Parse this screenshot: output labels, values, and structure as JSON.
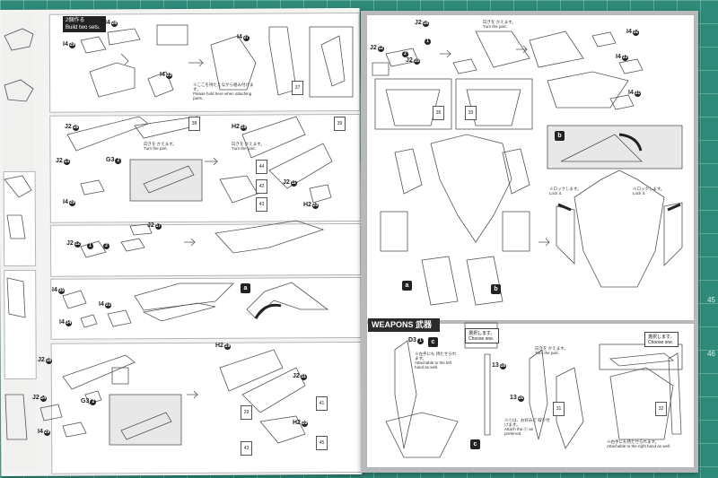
{
  "step_header": {
    "title": "2個作る",
    "subtitle": "Build two sets."
  },
  "parts": {
    "p1": "I4",
    "p1n": "28",
    "p2": "I4",
    "p2n": "29",
    "p3": "I4",
    "p3n": "27",
    "p4": "I4",
    "p4n": "23",
    "p5": "J2",
    "p5n": "18",
    "p6": "J2",
    "p6n": "13",
    "p7": "G3",
    "p7n": "2",
    "p8": "I4",
    "p8n": "29",
    "p9": "H2",
    "p9n": "19",
    "p10": "J2",
    "p10n": "11",
    "p11": "H2",
    "p11n": "20",
    "p12": "J2",
    "p12n": "17",
    "p13": "J2",
    "p13n": "12",
    "p14": "I4",
    "p14n": "35",
    "p15": "I4",
    "p15n": "34",
    "p16": "I4",
    "p16n": "31",
    "p17": "J2",
    "p17n": "18",
    "p18": "J2",
    "p18n": "14",
    "p19": "G3",
    "p19n": "2",
    "p20": "I4",
    "p20n": "29",
    "p21": "H2",
    "p21n": "19",
    "p22": "J2",
    "p22n": "11",
    "p23": "H2",
    "p23n": "20",
    "r1": "J2",
    "r1n": "18",
    "r2": "J2",
    "r2n": "12",
    "r3": "J2",
    "r3n": "15",
    "r4": "I4",
    "r4n": "32",
    "r5": "I4",
    "r5n": "33",
    "r6": "I4",
    "r6n": "31",
    "w1": "D3",
    "w1n": "1",
    "w2": "13",
    "w2n": "18",
    "w3": "13",
    "w3n": "16"
  },
  "stickers": {
    "s1": "37",
    "s2": "38",
    "s3": "42",
    "s4": "43",
    "s5": "44",
    "s6": "29",
    "s7": "41",
    "s8": "45",
    "s9": "43",
    "s10": "35",
    "s11": "33",
    "s12": "39",
    "s13": "31",
    "s14": "32"
  },
  "notes": {
    "n1": "※ここを持たえながら組み付けます。",
    "n1b": "Please hold here when attaching parts.",
    "n2": "向きを かえます。",
    "n2b": "Turn the part.",
    "n3": "※ロックします。",
    "n3b": "Lock it.",
    "n4": "※左手にも 持たせられます。",
    "n4b": "Attachable to the left hand as well.",
    "n5": "※Ⓒは、お好みで 取り付けます。",
    "n5b": "Attach the Ⓒ as preferred.",
    "n6": "※右手にも持たせられます。",
    "n6b": "Attachable to the right hand as well."
  },
  "labels": {
    "a": "a",
    "b": "b",
    "c": "c"
  },
  "weapons": {
    "title": "WEAPONS 武器",
    "choose_jp": "選択します。",
    "choose_en": "Choose one."
  },
  "step_numbers": {
    "one": "1",
    "two": "2"
  },
  "ruler": {
    "r1": "45",
    "r2": "46"
  }
}
